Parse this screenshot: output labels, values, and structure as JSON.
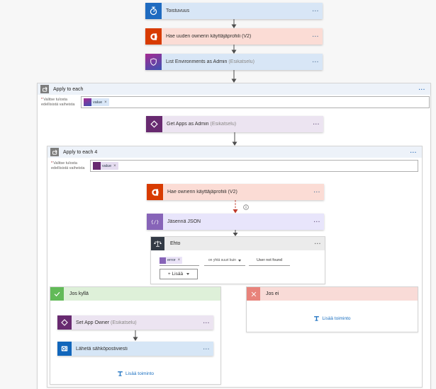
{
  "ui": {
    "ellipsis": "···",
    "required_mark": "*",
    "remove_x": "×"
  },
  "trigger": {
    "title": "Toistuvuus"
  },
  "actions": {
    "get_new_owner_profile": {
      "title": "Hae uuden ownerin käyttäjäprofiili (V2)"
    },
    "list_environments": {
      "title": "List Environments as Admin",
      "badge": "(Esikatselu)"
    },
    "get_apps": {
      "title": "Get Apps as Admin",
      "badge": "(Esikatselu)"
    },
    "get_owner_profile": {
      "title": "Hae ownerin käyttäjäprofiili (V2)"
    },
    "parse_json": {
      "title": "Jäsennä JSON"
    },
    "condition_card": {
      "title": "Ehto"
    },
    "set_app_owner": {
      "title": "Set App Owner",
      "badge": "(Esikatselu)"
    },
    "send_email": {
      "title": "Lähetä sähköpostiviesti"
    }
  },
  "loops": {
    "apply_to_each": {
      "title": "Apply to each",
      "field_label_line1": "Valitse tulosta",
      "field_label_line2": "edellisistä vaiheista",
      "token": "value"
    },
    "apply_to_each_4": {
      "title": "Apply to each 4",
      "field_label_line1": "Valitse tulosta",
      "field_label_line2": "edellisistä vaiheista",
      "token": "value"
    }
  },
  "condition": {
    "token": "error",
    "operator": "on yhtä suuri kuin",
    "value": "User not found",
    "add_button": "+ Lisää"
  },
  "branches": {
    "if_yes": {
      "title": "Jos kyllä",
      "add_action": "Lisää toiminto"
    },
    "if_no": {
      "title": "Jos ei",
      "add_action": "Lisää toiminto"
    }
  },
  "colors": {
    "card_blue": "#d8e6f6",
    "card_red": "#fbdcd5",
    "card_lavender": "#ece4f1",
    "card_periwinkle": "#e8e5fb",
    "accent_blue": "#2b6cb8",
    "office_red": "#d83b01",
    "powerapps_purple": "#682a70",
    "parsejson_purple": "#8764b8",
    "outlook_blue": "#1166bb",
    "yes_green": "#62ba58",
    "no_salmon": "#e8837b"
  }
}
